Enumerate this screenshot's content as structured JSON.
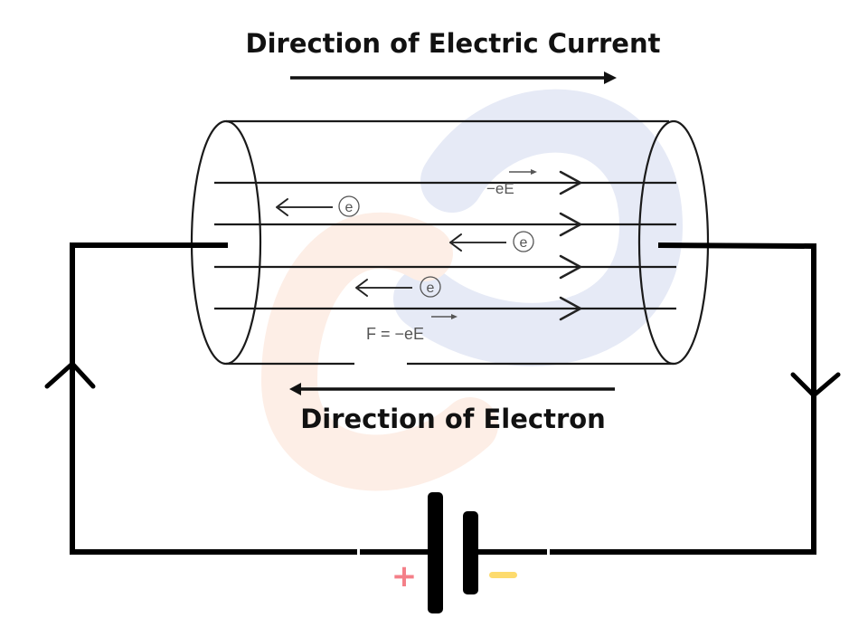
{
  "diagram": {
    "title_current": "Direction of Electric Current",
    "title_electron": "Direction of Electron",
    "force_label": "F = −eE",
    "field_force_label": "−eE",
    "electron_symbol": "e",
    "battery": {
      "positive_symbol": "+",
      "negative_symbol": "−",
      "positive_color": "#f47f88",
      "negative_color": "#fddb6d"
    },
    "colors": {
      "watermark_blue": "#e6eaf6",
      "watermark_orange": "#fdeee6",
      "ink": "#111111"
    },
    "field_lines_count": 4,
    "electrons_count": 3
  }
}
